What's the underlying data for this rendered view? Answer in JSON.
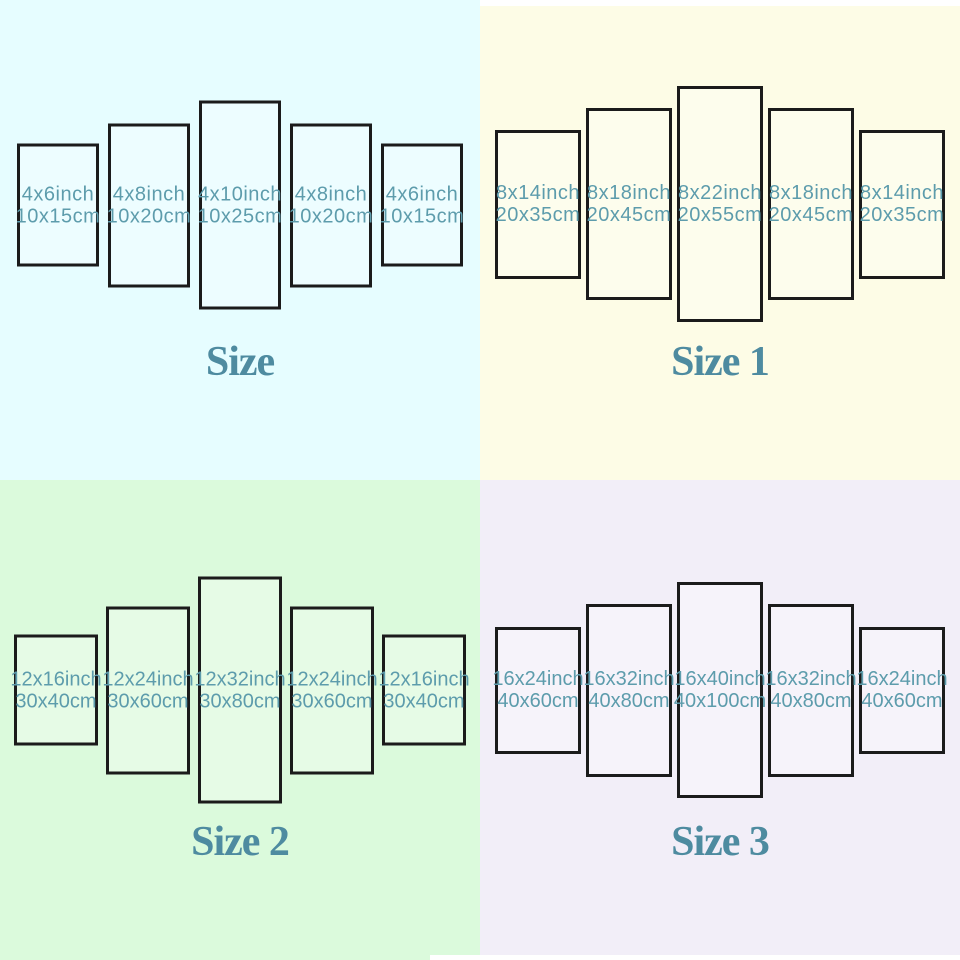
{
  "colors": {
    "panel_text": "#5d9cac",
    "title_text": "#4e8ba0",
    "panel_border": "#1b1b1b"
  },
  "quadrants": [
    {
      "title": "Size",
      "background": "#e6fdff",
      "panels": [
        {
          "inch": "4x6inch",
          "cm": "10x15cm"
        },
        {
          "inch": "4x8inch",
          "cm": "10x20cm"
        },
        {
          "inch": "4x10inch",
          "cm": "10x25cm"
        },
        {
          "inch": "4x8inch",
          "cm": "10x20cm"
        },
        {
          "inch": "4x6inch",
          "cm": "10x15cm"
        }
      ]
    },
    {
      "title": "Size 1",
      "background": "#fdfce6",
      "panels": [
        {
          "inch": "8x14inch",
          "cm": "20x35cm"
        },
        {
          "inch": "8x18inch",
          "cm": "20x45cm"
        },
        {
          "inch": "8x22inch",
          "cm": "20x55cm"
        },
        {
          "inch": "8x18inch",
          "cm": "20x45cm"
        },
        {
          "inch": "8x14inch",
          "cm": "20x35cm"
        }
      ]
    },
    {
      "title": "Size 2",
      "background": "#dbfadc",
      "panels": [
        {
          "inch": "12x16inch",
          "cm": "30x40cm"
        },
        {
          "inch": "12x24inch",
          "cm": "30x60cm"
        },
        {
          "inch": "12x32inch",
          "cm": "30x80cm"
        },
        {
          "inch": "12x24inch",
          "cm": "30x60cm"
        },
        {
          "inch": "12x16inch",
          "cm": "30x40cm"
        }
      ]
    },
    {
      "title": "Size 3",
      "background": "#f2eef8",
      "panels": [
        {
          "inch": "16x24inch",
          "cm": "40x60cm"
        },
        {
          "inch": "16x32inch",
          "cm": "40x80cm"
        },
        {
          "inch": "16x40inch",
          "cm": "40x100cm"
        },
        {
          "inch": "16x32inch",
          "cm": "40x80cm"
        },
        {
          "inch": "16x24inch",
          "cm": "40x60cm"
        }
      ]
    }
  ]
}
